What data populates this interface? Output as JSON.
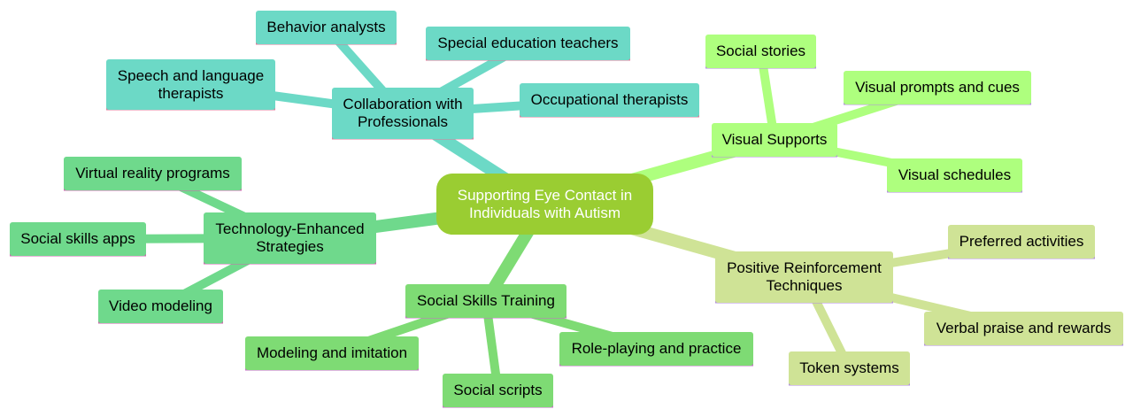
{
  "root": {
    "label": "Supporting Eye Contact in\nIndividuals with Autism",
    "color": "#9ACD32",
    "text_color": "#ffffff"
  },
  "branches": [
    {
      "id": "collab",
      "label": "Collaboration with\nProfessionals",
      "color": "#6CD9C6",
      "underline": "#E07A9A",
      "children": [
        {
          "id": "behavior",
          "label": "Behavior analysts"
        },
        {
          "id": "special-ed",
          "label": "Special education teachers"
        },
        {
          "id": "speech",
          "label": "Speech and language\ntherapists"
        },
        {
          "id": "occupational",
          "label": "Occupational therapists"
        }
      ]
    },
    {
      "id": "visual",
      "label": "Visual Supports",
      "color": "#AEFF7E",
      "underline": "#B28BE0",
      "children": [
        {
          "id": "stories",
          "label": "Social stories"
        },
        {
          "id": "prompts",
          "label": "Visual prompts and cues"
        },
        {
          "id": "schedules",
          "label": "Visual schedules"
        }
      ]
    },
    {
      "id": "reinforce",
      "label": "Positive Reinforcement\nTechniques",
      "color": "#CFE396",
      "underline": "#B28BE0",
      "children": [
        {
          "id": "preferred",
          "label": "Preferred activities"
        },
        {
          "id": "verbal",
          "label": "Verbal praise and rewards"
        },
        {
          "id": "token",
          "label": "Token systems"
        }
      ]
    },
    {
      "id": "skills",
      "label": "Social Skills Training",
      "color": "#7EDB74",
      "underline": "#C76BC9",
      "children": [
        {
          "id": "modeling",
          "label": "Modeling and imitation"
        },
        {
          "id": "scripts",
          "label": "Social scripts"
        },
        {
          "id": "roleplay",
          "label": "Role-playing and practice"
        }
      ]
    },
    {
      "id": "tech",
      "label": "Technology-Enhanced\nStrategies",
      "color": "#6FD98C",
      "underline": "#D063B0",
      "children": [
        {
          "id": "vr",
          "label": "Virtual reality programs"
        },
        {
          "id": "apps",
          "label": "Social skills apps"
        },
        {
          "id": "video",
          "label": "Video modeling"
        }
      ]
    }
  ]
}
